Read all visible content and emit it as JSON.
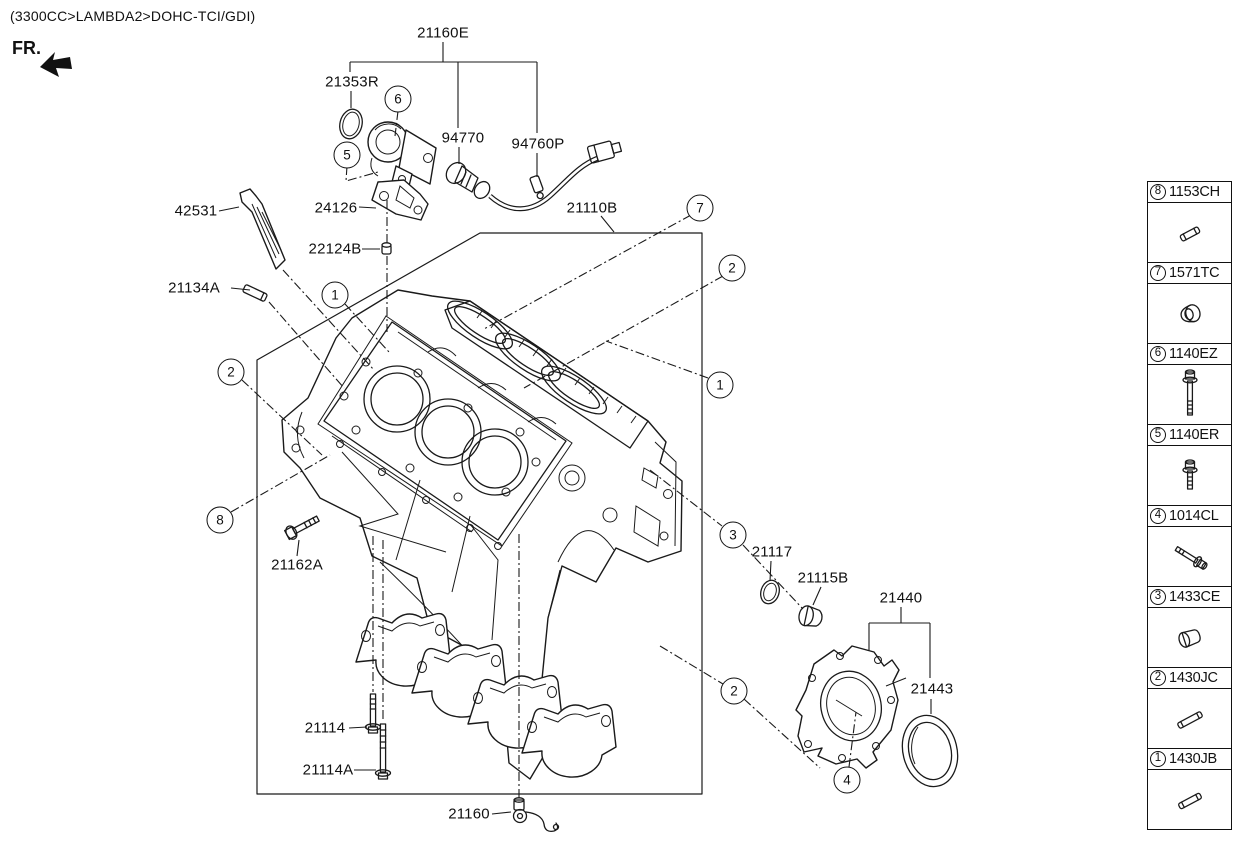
{
  "header": {
    "title": "(3300CC>LAMBDA2>DOHC-TCI/GDI)",
    "fr_label": "FR."
  },
  "diagram": {
    "labels": [
      {
        "id": "21160E",
        "text": "21160E"
      },
      {
        "id": "21353R",
        "text": "21353R"
      },
      {
        "id": "94770",
        "text": "94770"
      },
      {
        "id": "94760P",
        "text": "94760P"
      },
      {
        "id": "42531",
        "text": "42531"
      },
      {
        "id": "24126",
        "text": "24126"
      },
      {
        "id": "21110B",
        "text": "21110B"
      },
      {
        "id": "22124B",
        "text": "22124B"
      },
      {
        "id": "21134A",
        "text": "21134A"
      },
      {
        "id": "21162A",
        "text": "21162A"
      },
      {
        "id": "21114",
        "text": "21114"
      },
      {
        "id": "21114A",
        "text": "21114A"
      },
      {
        "id": "21160",
        "text": "21160"
      },
      {
        "id": "21117",
        "text": "21117"
      },
      {
        "id": "21115B",
        "text": "21115B"
      },
      {
        "id": "21440",
        "text": "21440"
      },
      {
        "id": "21443",
        "text": "21443"
      }
    ],
    "callouts": [
      {
        "num": "6"
      },
      {
        "num": "5"
      },
      {
        "num": "7"
      },
      {
        "num": "2"
      },
      {
        "num": "1"
      },
      {
        "num": "2"
      },
      {
        "num": "1"
      },
      {
        "num": "8"
      },
      {
        "num": "3"
      },
      {
        "num": "2"
      },
      {
        "num": "4"
      }
    ]
  },
  "legend": {
    "rows": [
      {
        "num": "8",
        "code": "1153CH",
        "icon": "dowel-pin"
      },
      {
        "num": "7",
        "code": "1571TC",
        "icon": "cup-plug"
      },
      {
        "num": "6",
        "code": "1140EZ",
        "icon": "long-bolt"
      },
      {
        "num": "5",
        "code": "1140ER",
        "icon": "short-bolt"
      },
      {
        "num": "4",
        "code": "1014CL",
        "icon": "angled-bolt"
      },
      {
        "num": "3",
        "code": "1433CE",
        "icon": "cylinder-plug"
      },
      {
        "num": "2",
        "code": "1430JC",
        "icon": "dowel-pin"
      },
      {
        "num": "1",
        "code": "1430JB",
        "icon": "dowel-pin"
      }
    ]
  }
}
